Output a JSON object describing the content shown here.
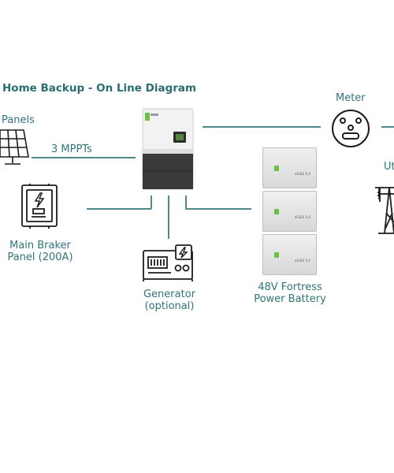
{
  "title": "Home Backup - On Line Diagram",
  "labels": {
    "panels": "Panels",
    "mppts": "3 MPPTs",
    "meter": "Meter",
    "utility": "Ut",
    "main_panel_line1": "Main Braker",
    "main_panel_line2": "Panel (200A)",
    "generator_line1": "Generator",
    "generator_line2": "(optional)",
    "battery_line1": "48V Fortress",
    "battery_line2": "Power Battery"
  },
  "battery_module_text": "eFLEX 5.4",
  "battery_module_count": 3,
  "colors": {
    "label": "#2f7478",
    "line": "#4d8a8c",
    "icon": "#1c1c1c",
    "battery_accent": "#6cc04a",
    "inverter_body": "#f2f2f2",
    "inverter_bottom": "#3a3a3a"
  },
  "icons": [
    "solar-panel-icon",
    "electrical-panel-icon",
    "generator-icon",
    "meter-icon",
    "utility-tower-icon",
    "inverter-icon",
    "battery-icon"
  ]
}
